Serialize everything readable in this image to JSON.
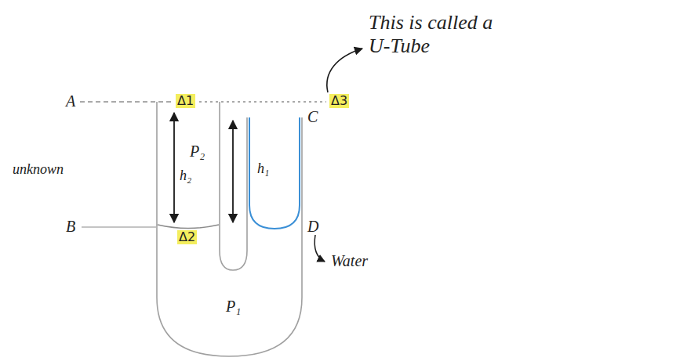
{
  "diagram": {
    "labels": [
      "This is called a U-Tube",
      "A",
      "Δ1",
      "Δ3",
      "C",
      "h₂",
      "h₁",
      "unknown",
      "P₂",
      "B",
      "Δ2",
      "D",
      "Water",
      "P₁"
    ]
  }
}
